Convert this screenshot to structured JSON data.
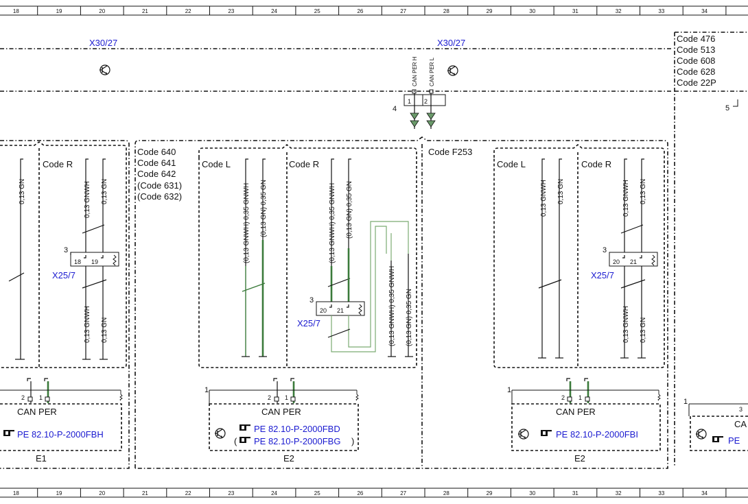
{
  "ruler": {
    "numbers": [
      "18",
      "19",
      "20",
      "21",
      "22",
      "23",
      "24",
      "25",
      "26",
      "27",
      "28",
      "29",
      "30",
      "31",
      "32",
      "33",
      "34"
    ]
  },
  "connectors": {
    "x30_left": "X30/27",
    "x30_right": "X30/27",
    "pin_can_h": "CAN PER H",
    "pin_can_l": "CAN PER L",
    "pin_1": "1",
    "pin_2": "2",
    "num_4": "4",
    "num_5": "5",
    "num_3_a": "3",
    "num_3_b": "3",
    "num_3_c": "3",
    "num_1_b": "1",
    "num_1_c": "1",
    "num_1_d": "1",
    "x25_a": "X25/7",
    "x25_b": "X25/7",
    "x25_c": "X25/7",
    "x25_a_p1": "18",
    "x25_a_p2": "19",
    "x25_b_p1": "20",
    "x25_b_p2": "21",
    "x25_c_p1": "20",
    "x25_c_p2": "21"
  },
  "codes": {
    "top_right": [
      "Code 476",
      "Code 513",
      "Code 608",
      "Code 628",
      "Code 22P"
    ],
    "mid": [
      "Code 640",
      "Code 641",
      "Code 642",
      "(Code 631)",
      "(Code 632)"
    ],
    "f253": "Code F253",
    "code_r_a": "Code R",
    "code_l_b": "Code L",
    "code_r_b": "Code R",
    "code_l_c": "Code L",
    "code_r_c": "Code R"
  },
  "wires": {
    "a1": "0,13 GN",
    "a2": "0,13 GNWH",
    "a3": "0,13 GN",
    "a4": "0,13 GNWH",
    "a5": "0,13 GN",
    "b1": "(0,13 GNWH) 0,35 GNWH",
    "b2": "(0,13 GN) 0,35 GN",
    "b3": "(0,13 GNWH) 0,35 GNWH",
    "b4": "(0,13 GN) 0,35 GN",
    "b5": "(0,13 GNWH) 0,35 GNWH",
    "b6": "(0,13 GN) 0,35 GN",
    "c1": "0,13 GNWH",
    "c2": "0,13 GN",
    "c3": "0,13 GNWH",
    "c4": "0,13 GN",
    "c5": "0,13 GNWH",
    "c6": "0,13 GN"
  },
  "modules": {
    "e1": {
      "can": "CAN PER",
      "ref": "PE 82.10-P-2000FBH",
      "name": "E1",
      "p1": "2",
      "p2": "1"
    },
    "e2a": {
      "can": "CAN PER",
      "ref1": "PE 82.10-P-2000FBD",
      "ref2": "PE 82.10-P-2000FBG",
      "name": "E2",
      "p1": "2",
      "p2": "1",
      "paren_open": "(",
      "paren_close": ")"
    },
    "e2b": {
      "can": "CAN PER",
      "ref": "PE 82.10-P-2000FBI",
      "name": "E2",
      "p1": "2",
      "p2": "1"
    },
    "e3": {
      "can": "CA",
      "ref": "PE",
      "p": "3"
    }
  },
  "icons": {
    "transistor": "transistor-symbol-icon",
    "pointer": "pointing-hand-icon",
    "ground": "ground-symbol-icon"
  },
  "colors": {
    "wire_green": "#3a7a3a",
    "link_blue": "#1a1ad0"
  }
}
